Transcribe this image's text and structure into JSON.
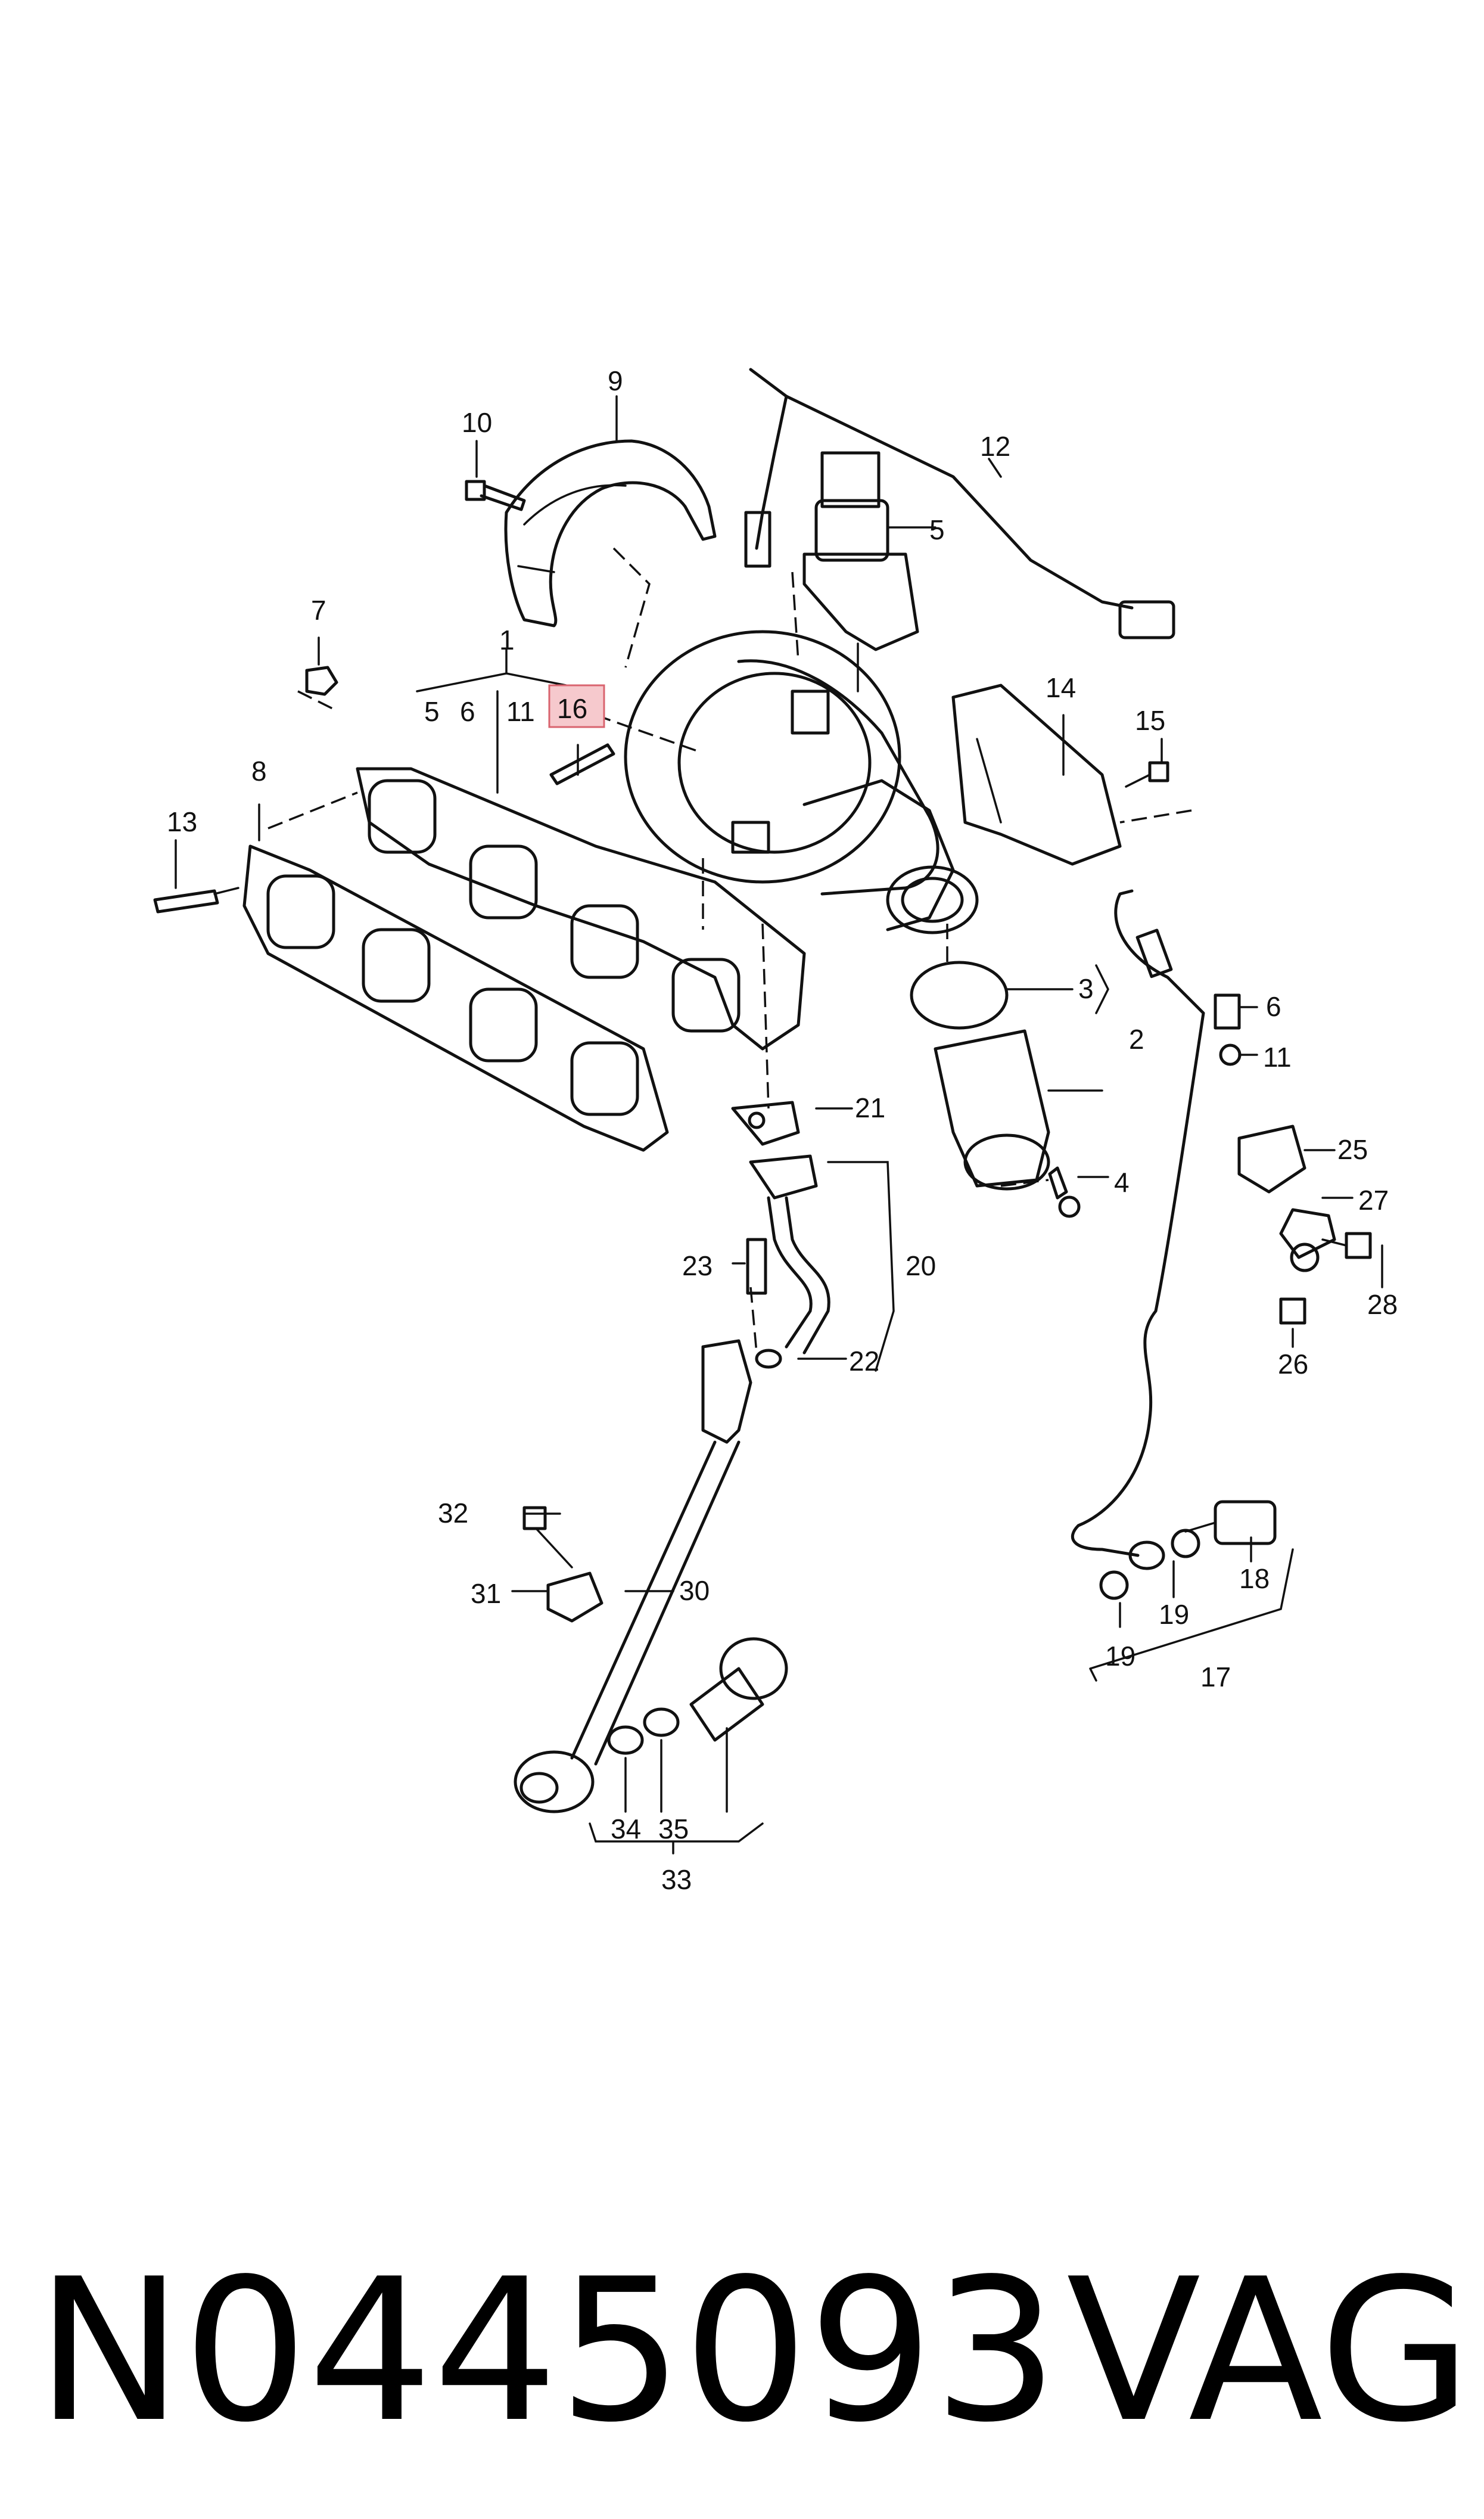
{
  "labels": {
    "l1": "1",
    "l2": "2",
    "l3": "3",
    "l4": "4",
    "l5a": "5",
    "l5b": "5",
    "l6a": "6",
    "l6b": "6",
    "l7": "7",
    "l8": "8",
    "l9": "9",
    "l10": "10",
    "l11a": "11",
    "l11b": "11",
    "l12": "12",
    "l13": "13",
    "l14": "14",
    "l15": "15",
    "l16": "16",
    "l17": "17",
    "l18": "18",
    "l19a": "19",
    "l19b": "19",
    "l20": "20",
    "l21": "21",
    "l22": "22",
    "l23": "23",
    "l25": "25",
    "l26": "26",
    "l27": "27",
    "l28": "28",
    "l30": "30",
    "l31": "31",
    "l32": "32",
    "l33": "33",
    "l34": "34",
    "l35": "35"
  },
  "highlighted_part": "16",
  "highlight_color": "#f6c9cd",
  "footer": {
    "part_number": "N0445093",
    "brand": "VAG"
  }
}
